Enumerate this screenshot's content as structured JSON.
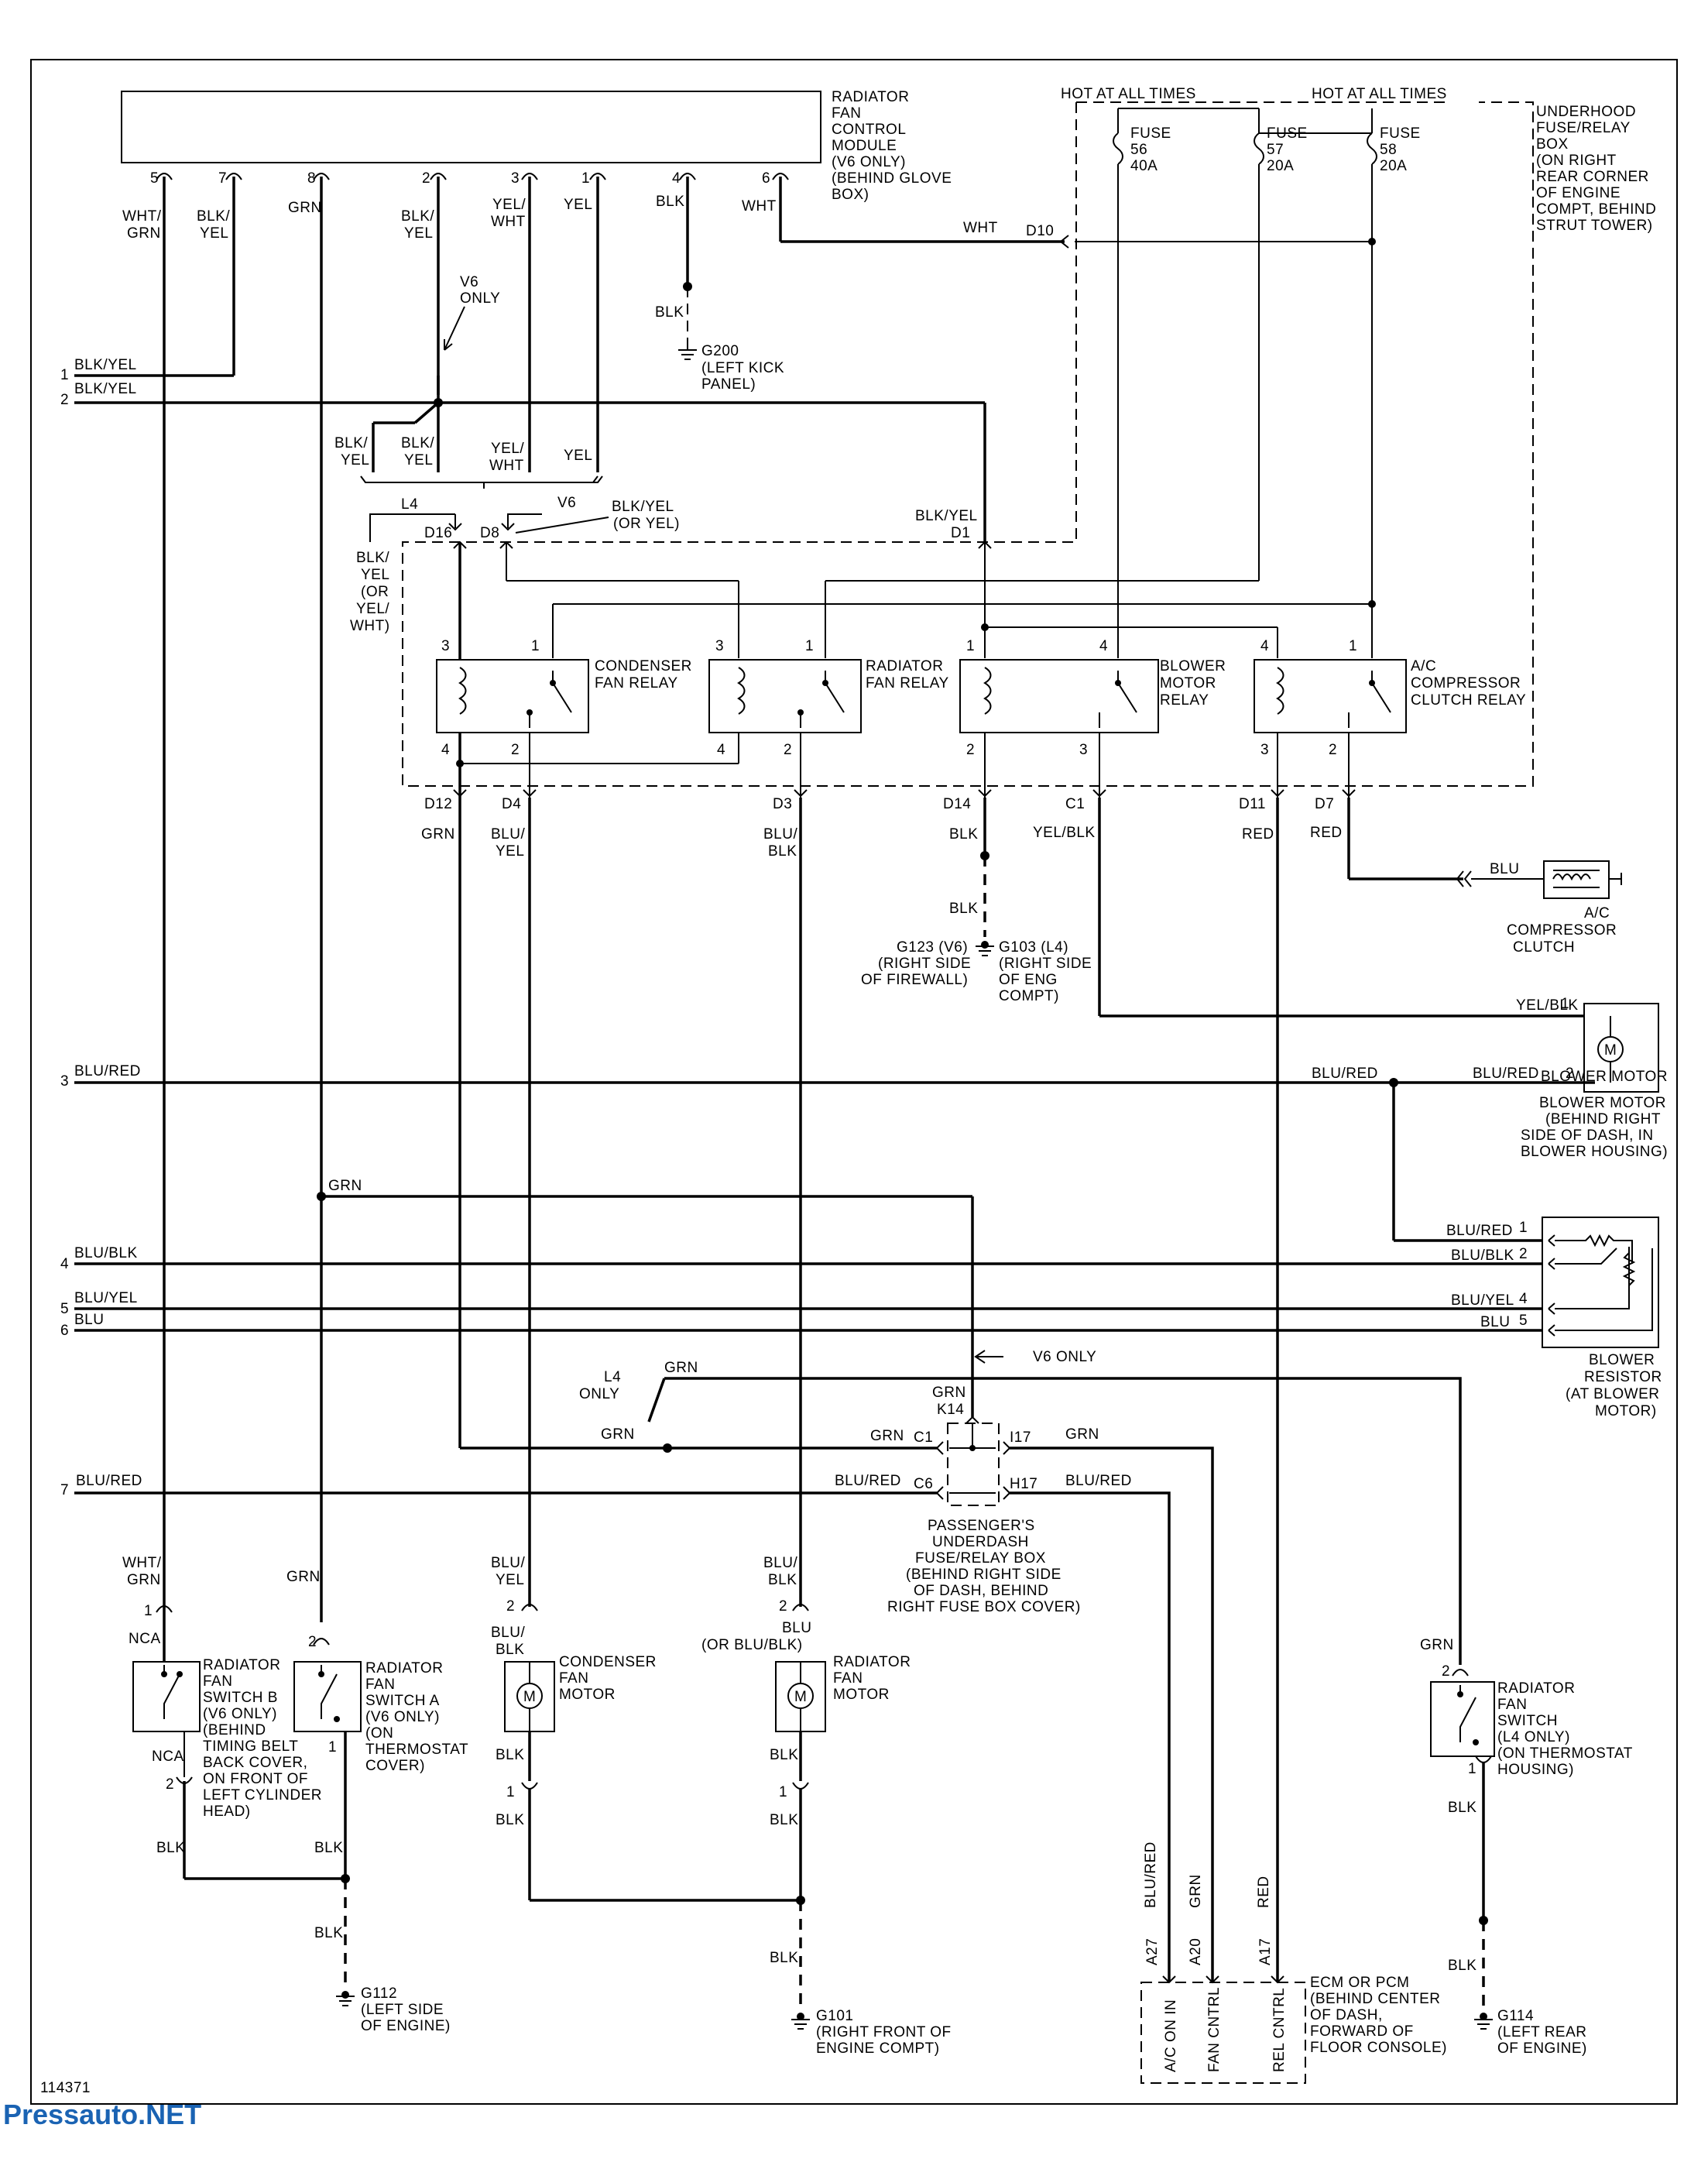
{
  "diagram_id": "114371",
  "watermark": "Pressauto.NET",
  "components": {
    "fan_control_module": [
      "RADIATOR",
      "FAN",
      "CONTROL",
      "MODULE",
      "(V6 ONLY)",
      "(BEHIND GLOVE",
      "BOX)"
    ],
    "underhood_box": [
      "UNDERHOOD",
      "FUSE/RELAY",
      "BOX",
      "(ON RIGHT",
      "REAR CORNER",
      "OF ENGINE",
      "COMPT, BEHIND",
      "STRUT TOWER)"
    ],
    "hot_at_all_times": "HOT AT ALL TIMES",
    "fuses": [
      {
        "label": "FUSE",
        "num": "56",
        "amp": "40A"
      },
      {
        "label": "FUSE",
        "num": "57",
        "amp": "20A"
      },
      {
        "label": "FUSE",
        "num": "58",
        "amp": "20A"
      }
    ],
    "relays": {
      "condenser": [
        "CONDENSER",
        "FAN RELAY"
      ],
      "radiator": [
        "RADIATOR",
        "FAN RELAY"
      ],
      "blower": [
        "BLOWER",
        "MOTOR",
        "RELAY"
      ],
      "ac": [
        "A/C",
        "COMPRESSOR",
        "CLUTCH RELAY"
      ]
    },
    "ac_clutch": [
      "A/C",
      "COMPRESSOR",
      "CLUTCH"
    ],
    "blower_motor": [
      "BLOWER MOTOR",
      "(BEHIND RIGHT",
      "SIDE OF DASH, IN",
      "BLOWER HOUSING)"
    ],
    "blower_resistor": [
      "BLOWER",
      "RESISTOR",
      "(AT BLOWER",
      "MOTOR)"
    ],
    "passenger_box": [
      "PASSENGER'S",
      "UNDERDASH",
      "FUSE/RELAY BOX",
      "(BEHIND RIGHT SIDE",
      "OF DASH, BEHIND",
      "RIGHT FUSE BOX COVER)"
    ],
    "switch_b": [
      "RADIATOR",
      "FAN",
      "SWITCH B",
      "(V6 ONLY)",
      "(BEHIND",
      "TIMING BELT",
      "BACK COVER,",
      "ON FRONT OF",
      "LEFT CYLINDER",
      "HEAD)"
    ],
    "switch_a": [
      "RADIATOR",
      "FAN",
      "SWITCH A",
      "(V6 ONLY)",
      "(ON",
      "THERMOSTAT",
      "COVER)"
    ],
    "condenser_motor": [
      "CONDENSER",
      "FAN",
      "MOTOR"
    ],
    "radiator_motor": [
      "RADIATOR",
      "FAN",
      "MOTOR"
    ],
    "radiator_switch_l4": [
      "RADIATOR",
      "FAN",
      "SWITCH",
      "(L4 ONLY)",
      "(ON THERMOSTAT",
      "HOUSING)"
    ],
    "ecm": [
      "ECM OR PCM",
      "(BEHIND CENTER",
      "OF DASH,",
      "FORWARD OF",
      "FLOOR CONSOLE)"
    ],
    "ecm_pins": [
      {
        "pin": "A27",
        "name": "A/C ON IN",
        "wire": "BLU/RED"
      },
      {
        "pin": "A20",
        "name": "FAN CNTRL",
        "wire": "GRN"
      },
      {
        "pin": "A17",
        "name": "REL CNTRL",
        "wire": "RED"
      }
    ],
    "grounds": {
      "g200": [
        "G200",
        "(LEFT KICK",
        "PANEL)"
      ],
      "g123": [
        "G123 (V6)",
        "(RIGHT SIDE",
        "OF FIREWALL)"
      ],
      "g103": [
        "G103 (L4)",
        "(RIGHT SIDE",
        "OF ENG",
        "COMPT)"
      ],
      "g112": [
        "G112",
        "(LEFT SIDE",
        "OF ENGINE)"
      ],
      "g101": [
        "G101",
        "(RIGHT FRONT OF",
        "ENGINE COMPT)"
      ],
      "g114": [
        "G114",
        "(LEFT REAR",
        "OF ENGINE)"
      ]
    }
  },
  "module_pins": [
    {
      "pin": "5",
      "wire": [
        "WHT/",
        "GRN"
      ]
    },
    {
      "pin": "7",
      "wire": [
        "BLK/",
        "YEL"
      ]
    },
    {
      "pin": "8",
      "wire": [
        "GRN"
      ]
    },
    {
      "pin": "2",
      "wire": [
        "BLK/",
        "YEL"
      ]
    },
    {
      "pin": "3",
      "wire": [
        "YEL/",
        "WHT"
      ]
    },
    {
      "pin": "1",
      "wire": [
        "YEL"
      ]
    },
    {
      "pin": "4",
      "wire": [
        "BLK"
      ]
    },
    {
      "pin": "6",
      "wire": [
        "WHT"
      ]
    }
  ],
  "left_wires": [
    {
      "num": "1",
      "color": "BLK/YEL"
    },
    {
      "num": "2",
      "color": "BLK/YEL"
    },
    {
      "num": "3",
      "color": "BLU/RED"
    },
    {
      "num": "4",
      "color": "BLU/BLK"
    },
    {
      "num": "5",
      "color": "BLU/YEL"
    },
    {
      "num": "6",
      "color": "BLU"
    },
    {
      "num": "7",
      "color": "BLU/RED"
    }
  ],
  "labels": {
    "blk": "BLK",
    "grn": "GRN",
    "wht": "WHT",
    "red": "RED",
    "blu": "BLU",
    "yel": "YEL",
    "yel_blk": "YEL/BLK",
    "blu_red": "BLU/RED",
    "blu_blk": "BLU/BLK",
    "blu_yel": "BLU/YEL",
    "blk_yel": "BLK/YEL",
    "blk_yel_or_yel": "BLK/YEL",
    "or_yel": "(OR YEL)",
    "blk_yel_v": [
      "BLK/",
      "YEL"
    ],
    "yel_wht_v": [
      "YEL/",
      "WHT"
    ],
    "blu_yel_v": [
      "BLU/",
      "YEL"
    ],
    "blu_blk_v": [
      "BLU/",
      "BLK"
    ],
    "wht_grn_v": [
      "WHT/",
      "GRN"
    ],
    "blk_yel_alt": [
      "BLK/",
      "YEL",
      "(OR",
      "YEL/",
      "WHT)"
    ],
    "or_blu_blk": "(OR BLU/BLK)",
    "v6_only_stack": [
      "V6",
      "ONLY"
    ],
    "v6_only": "V6 ONLY",
    "l4_only_stack": [
      "L4",
      "ONLY"
    ],
    "l4": "L4",
    "v6": "V6",
    "nca": "NCA",
    "conn": {
      "d10": "D10",
      "d16": "D16",
      "d8": "D8",
      "d1": "D1",
      "d12": "D12",
      "d4": "D4",
      "d3": "D3",
      "d14": "D14",
      "c1": "C1",
      "d11": "D11",
      "d7": "D7",
      "k14": "K14",
      "i17": "I17",
      "c6": "C6",
      "h17": "H17"
    },
    "pin": {
      "p1": "1",
      "p2": "2",
      "p3": "3",
      "p4": "4",
      "p5": "5"
    }
  },
  "colors": {
    "ink": "#000000",
    "watermark": "#1a63b3"
  }
}
